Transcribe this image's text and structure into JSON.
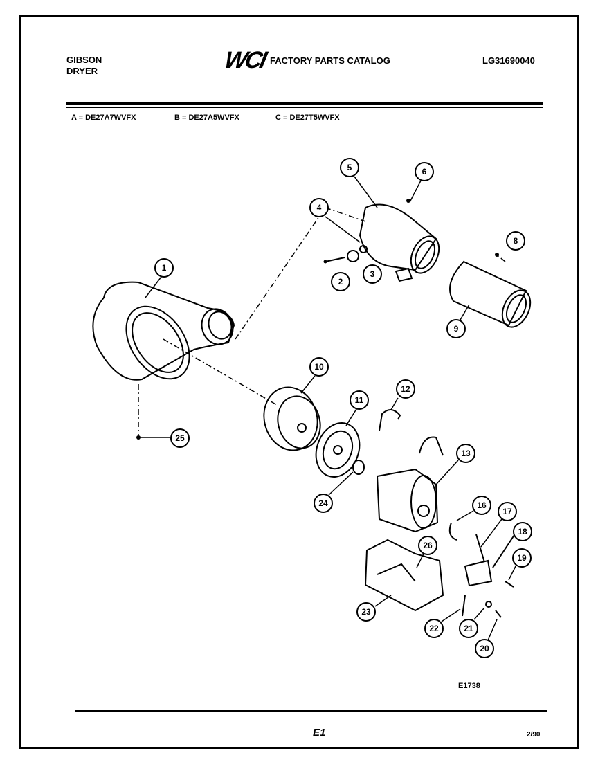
{
  "header": {
    "brand_line1": "GIBSON",
    "brand_line2": "DRYER",
    "logo": "WCI",
    "title": "FACTORY PARTS CATALOG",
    "catalog_number": "LG31690040"
  },
  "models": {
    "a": "A = DE27A7WVFX",
    "b": "B = DE27A5WVFX",
    "c": "C = DE27T5WVFX"
  },
  "callouts": [
    "1",
    "2",
    "3",
    "4",
    "5",
    "6",
    "8",
    "9",
    "10",
    "11",
    "12",
    "13",
    "16",
    "17",
    "18",
    "19",
    "20",
    "21",
    "22",
    "23",
    "24",
    "25",
    "26"
  ],
  "footer": {
    "diagram_id": "E1738",
    "page": "E1",
    "date_code": "2/90"
  }
}
